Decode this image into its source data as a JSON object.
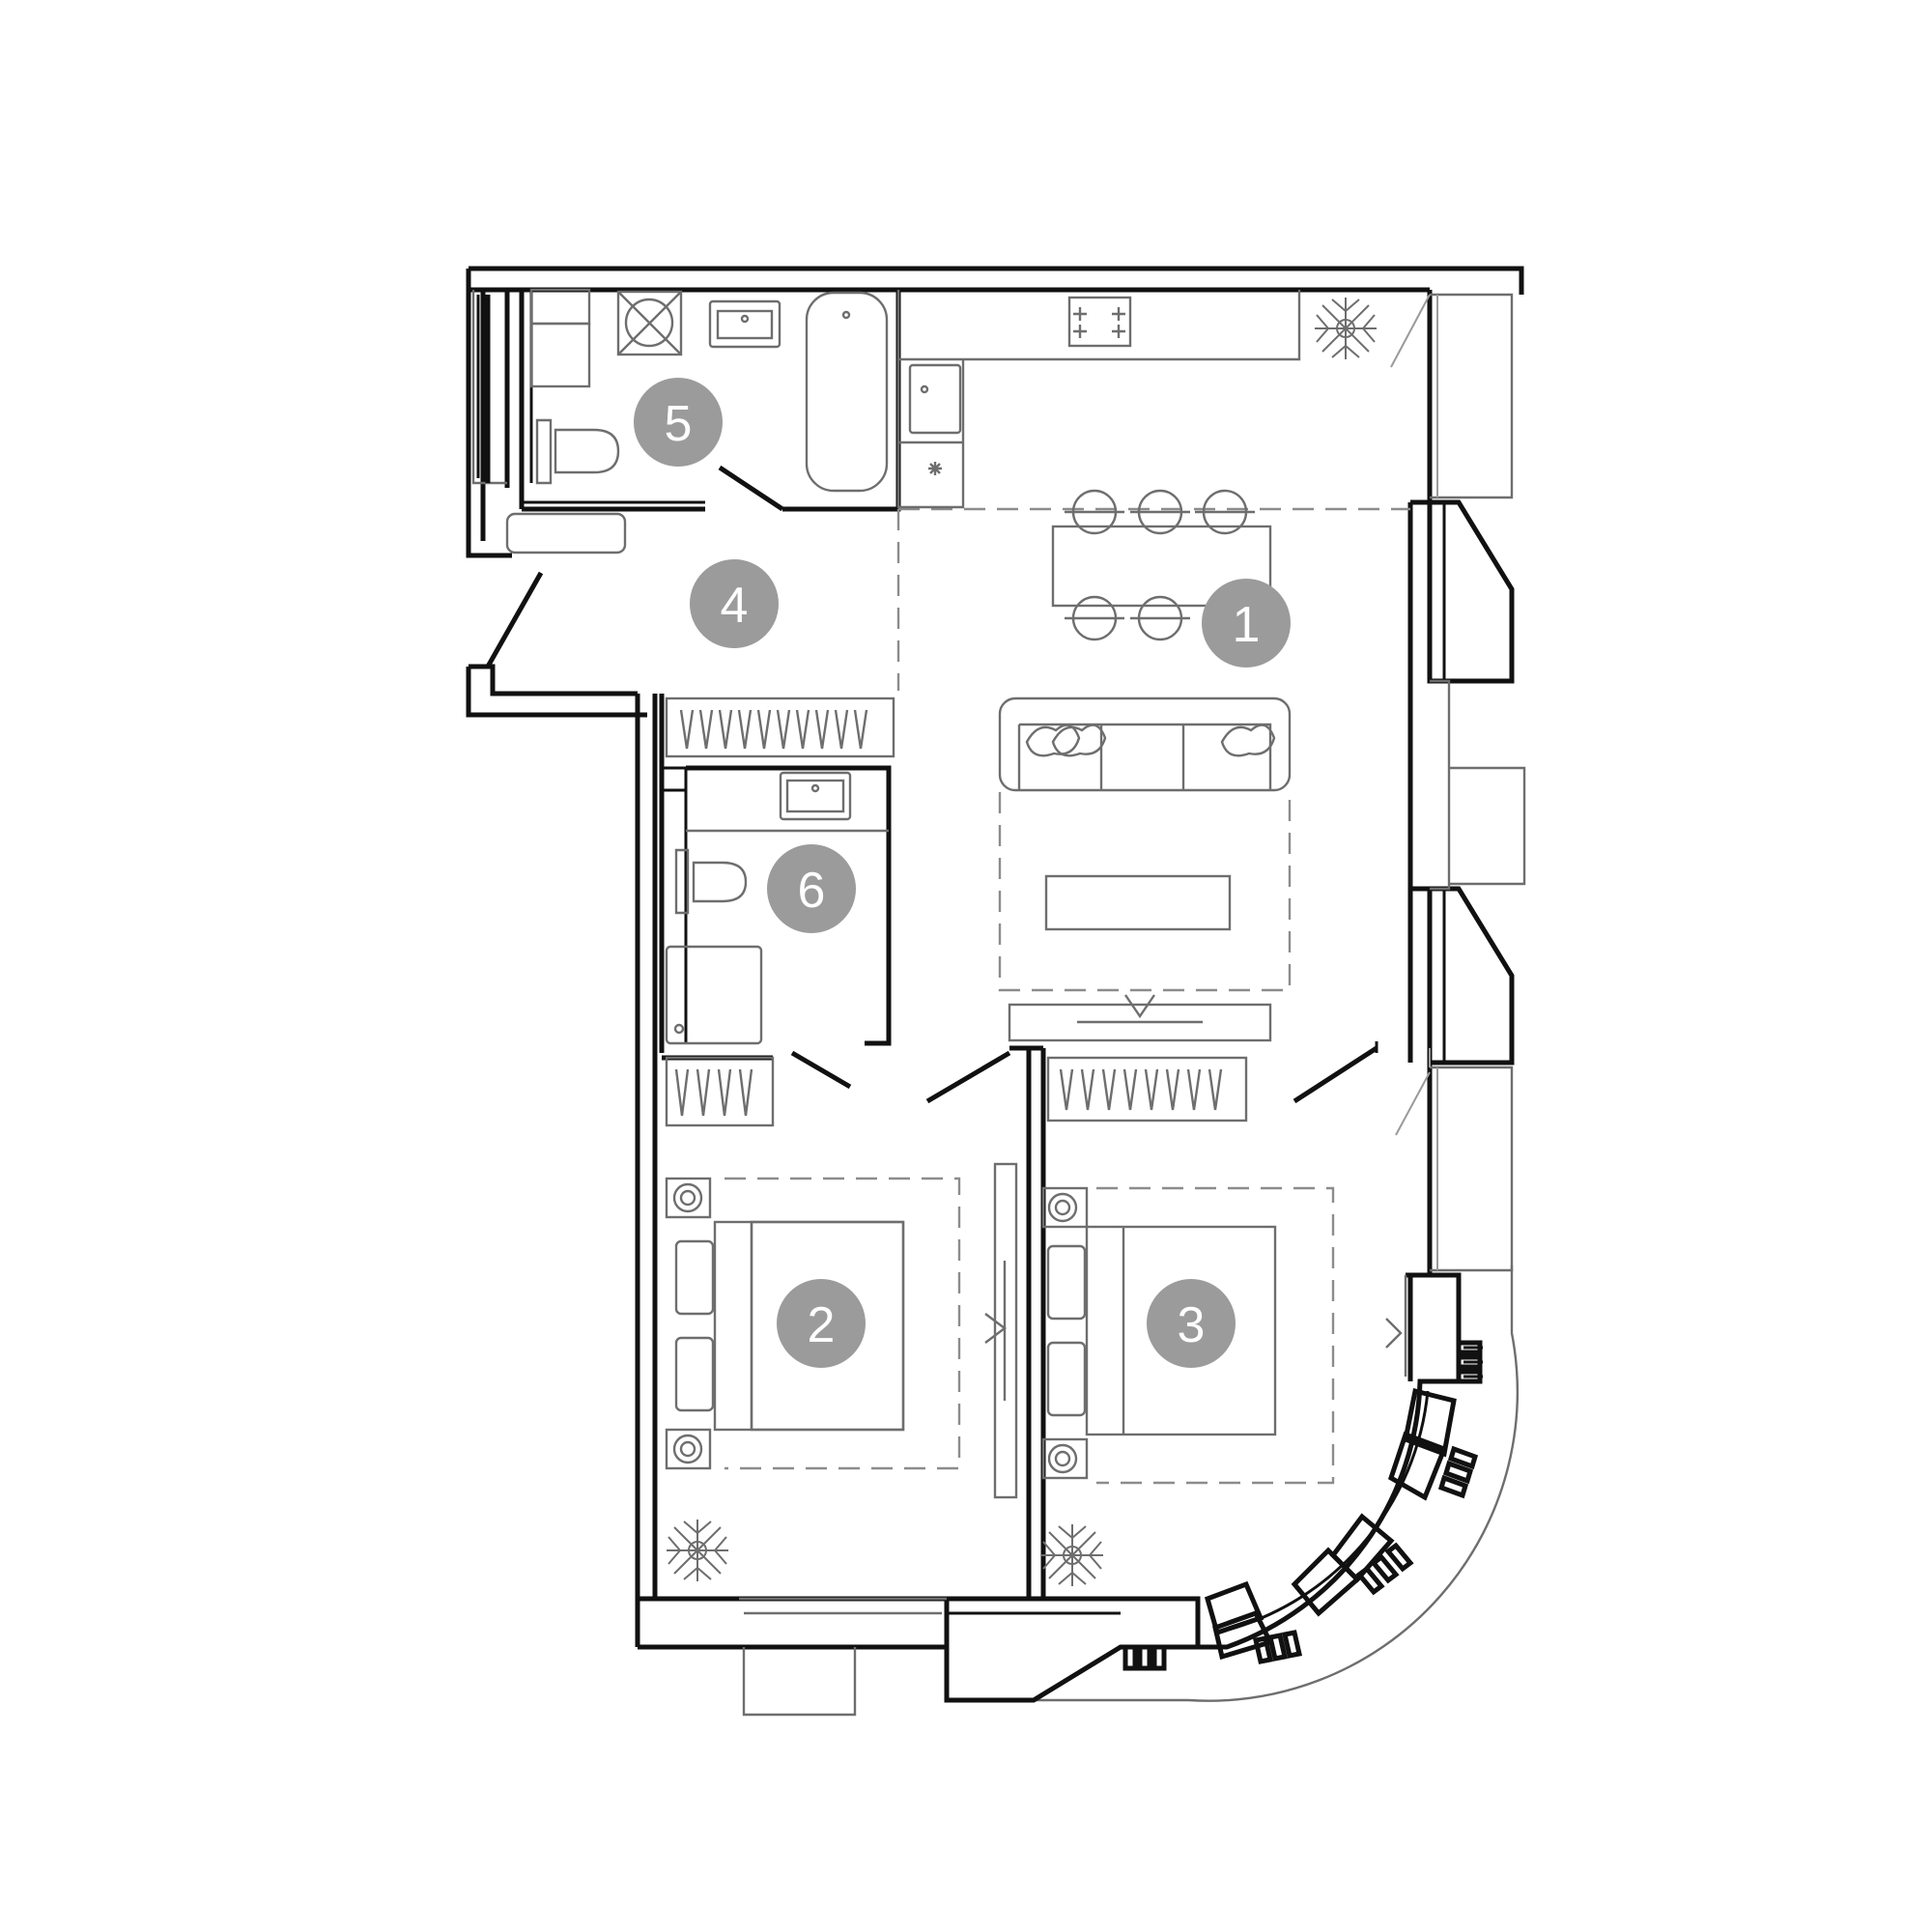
{
  "plan": {
    "rooms": [
      {
        "id": "1",
        "label": "1"
      },
      {
        "id": "2",
        "label": "2"
      },
      {
        "id": "3",
        "label": "3"
      },
      {
        "id": "4",
        "label": "4"
      },
      {
        "id": "5",
        "label": "5"
      },
      {
        "id": "6",
        "label": "6"
      }
    ],
    "colors": {
      "wall": "#111111",
      "furniture": "#6e6e6e",
      "badge": "#9b9b9b",
      "badge_text": "#ffffff"
    }
  }
}
